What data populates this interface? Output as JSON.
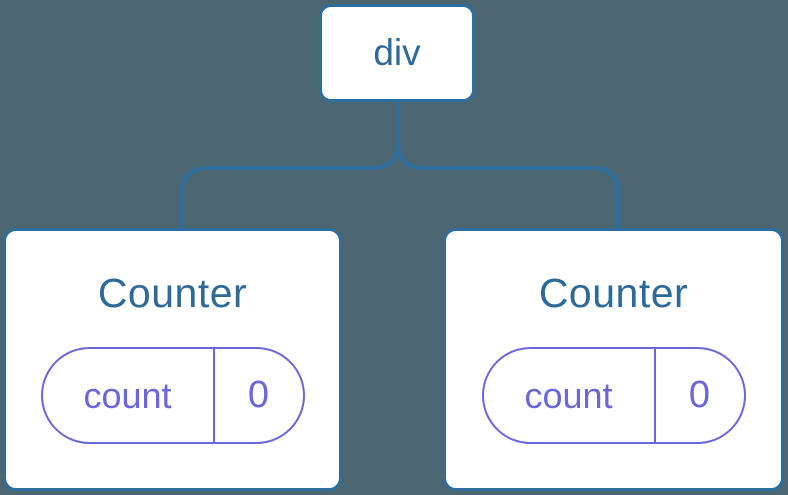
{
  "diagram": {
    "root": {
      "label": "div"
    },
    "children": [
      {
        "title": "Counter",
        "state": {
          "key": "count",
          "value": "0"
        }
      },
      {
        "title": "Counter",
        "state": {
          "key": "count",
          "value": "0"
        }
      }
    ]
  },
  "colors": {
    "background": "#4b6670",
    "node-border": "#2e6e9e",
    "node-bg": "#ffffff",
    "node-text": "#2d6a99",
    "connector": "#2e6e9e",
    "state-border": "#6b66dc",
    "state-text": "#6b66dc"
  }
}
